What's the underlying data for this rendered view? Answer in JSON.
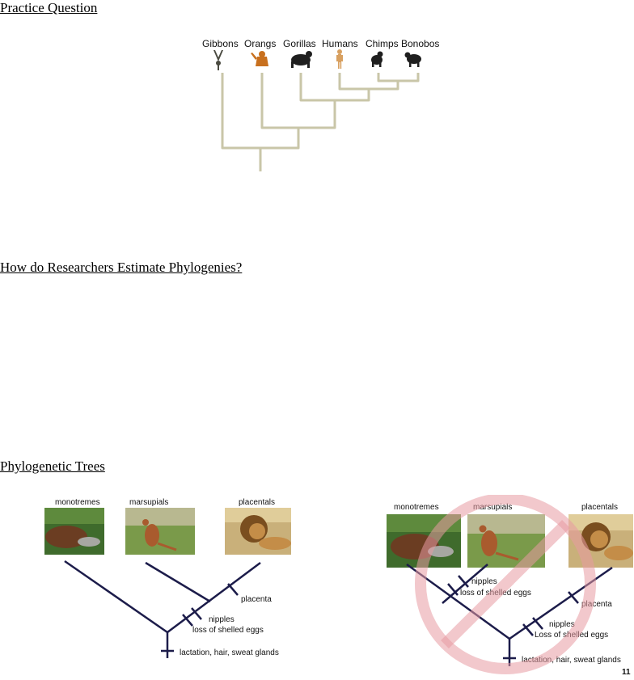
{
  "headings": {
    "practice": "Practice Question",
    "estimate": "How do Researchers Estimate Phylogenies?",
    "trees": "Phylogenetic Trees"
  },
  "primate_tree": {
    "taxa": [
      "Gibbons",
      "Orangs",
      "Gorillas",
      "Humans",
      "Chimps",
      "Bonobos"
    ]
  },
  "mammal_tree_left": {
    "taxa": [
      "monotremes",
      "marsupials",
      "placentals"
    ],
    "traits": {
      "placenta": "placenta",
      "nipples": "nipples",
      "eggs": "loss of shelled eggs",
      "root": "lactation, hair, sweat glands"
    }
  },
  "mammal_tree_right": {
    "taxa": [
      "monotremes",
      "marsupials",
      "placentals"
    ],
    "traits": {
      "nipples": "nipples",
      "eggs": "loss of shelled eggs",
      "placenta": "placenta",
      "nipples2": "nipples",
      "eggs2": "Loss of shelled eggs",
      "root": "lactation, hair, sweat glands"
    },
    "slide_number": "11",
    "colors": {
      "prohibition": "#f1c4c8"
    }
  },
  "colors": {
    "primate_branch": "#c9c6a8",
    "mammal_branch": "#1c1c4a"
  }
}
